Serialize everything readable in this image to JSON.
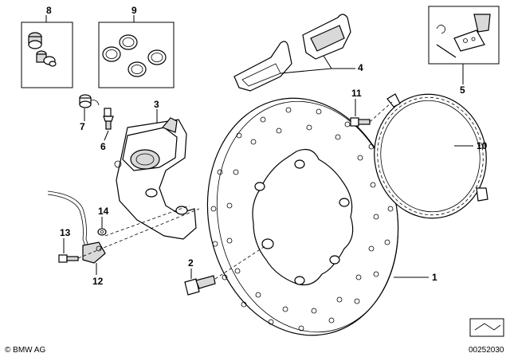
{
  "callouts": {
    "c1": "1",
    "c2": "2",
    "c3": "3",
    "c4": "4",
    "c5": "5",
    "c6": "6",
    "c7": "7",
    "c8": "8",
    "c9": "9",
    "c10": "10",
    "c11": "11",
    "c12": "12",
    "c13": "13",
    "c14": "14"
  },
  "footer": {
    "brand": "© BMW AG",
    "drawing_number": "00252030"
  },
  "icons": {
    "brand_mark": "copyright-symbol",
    "sheet_corner": "fold-arrow-icon"
  },
  "colors": {
    "line": "#000000",
    "shade": "#d9d9d9",
    "background": "#ffffff"
  }
}
